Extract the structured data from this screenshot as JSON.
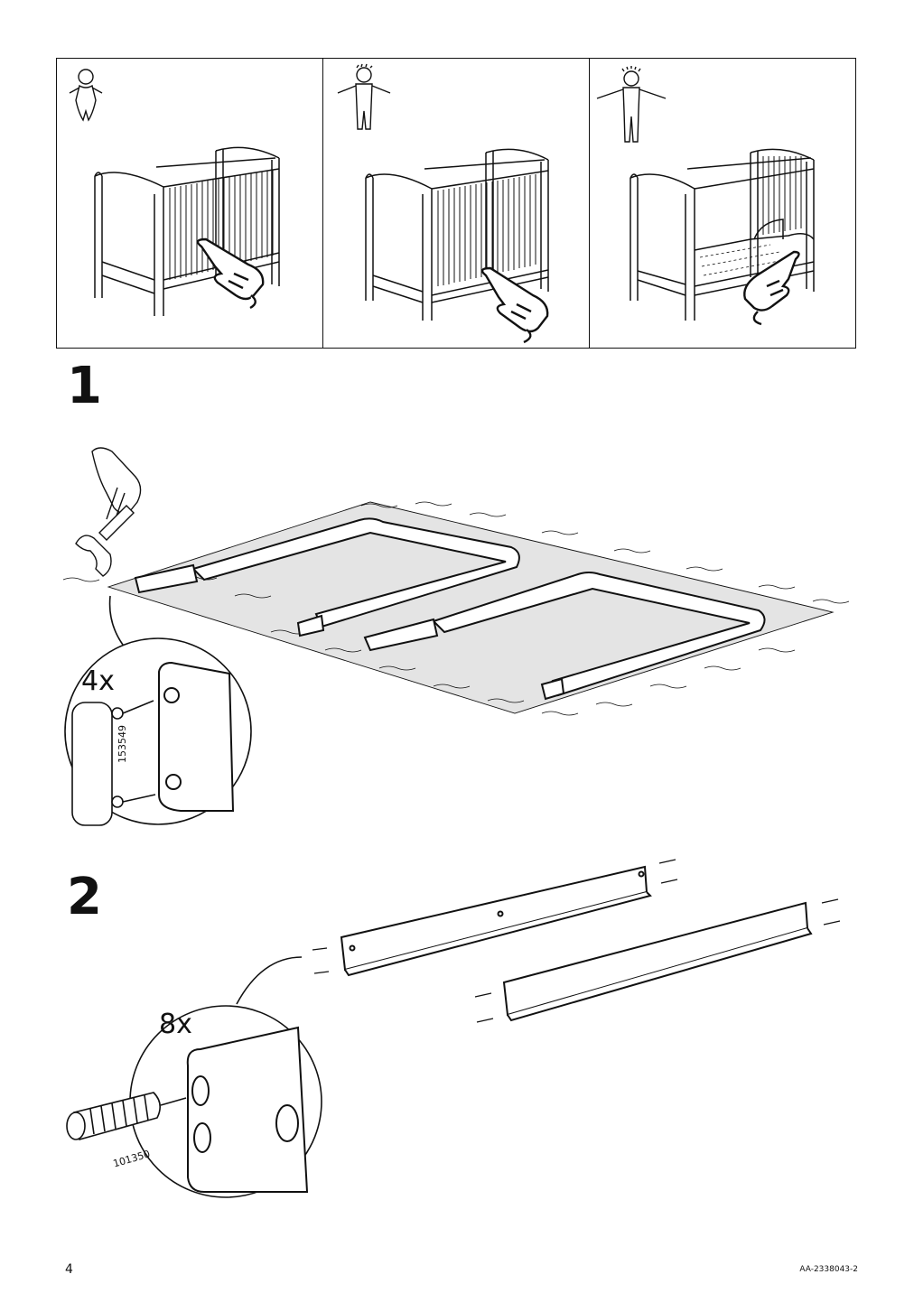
{
  "steps": [
    {
      "number": "1",
      "quantity": "4x",
      "part_number": "153549"
    },
    {
      "number": "2",
      "quantity": "8x",
      "part_number": "101350"
    }
  ],
  "footer": {
    "page_number": "4",
    "document_code": "AA-2338043-2"
  },
  "panels": [
    {
      "icon": "baby-icon",
      "illustration": "crib-high-base"
    },
    {
      "icon": "toddler-icon",
      "illustration": "crib-low-base"
    },
    {
      "icon": "child-icon",
      "illustration": "junior-bed"
    }
  ]
}
